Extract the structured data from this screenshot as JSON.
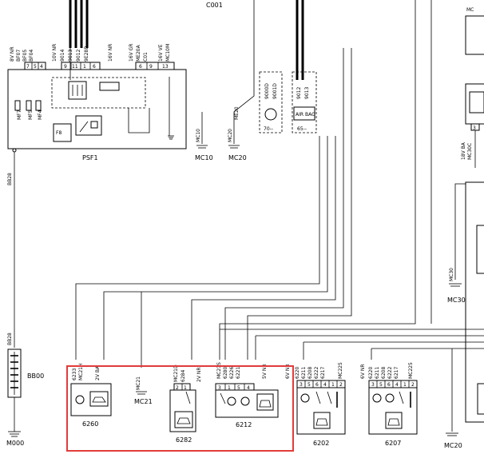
{
  "title": "",
  "top_label": "C001",
  "psf1": {
    "name": "PSF1",
    "pins_left": [
      "7",
      "5",
      "4"
    ],
    "pins_left_labels": [
      "8V NR",
      "BF07",
      "BF05",
      "BF04"
    ],
    "pins_center": [
      "9",
      "11",
      "1",
      "6"
    ],
    "pins_center_labels": [
      "10V NR",
      "9014",
      "9013",
      "9012",
      "9E28B",
      "16V NR"
    ],
    "pins_right": [
      "6",
      "9",
      "13"
    ],
    "pins_right_labels": [
      "16V GR",
      "ME20A",
      "C01",
      "16V VE",
      "MC10M"
    ],
    "fuse_labels": [
      "MF7",
      "MF5",
      "MF4"
    ],
    "relay_label": "F8"
  },
  "grounds": {
    "mc10": "MC10",
    "mc20_a": "MC20",
    "mc20_b": "MC20",
    "mc21": "MC21",
    "mc30": "MC30",
    "m000": "M000"
  },
  "wire_labels": {
    "mc10_wire": "MC10",
    "me20_wire": "ME20",
    "mc20_wire": "MC20",
    "bb28_top": "BB28",
    "bb28_mid": "BB28",
    "mc30_wire": "MC30"
  },
  "connector_70": {
    "name": "70--",
    "labels": [
      "9000D",
      "9001D"
    ]
  },
  "connector_65": {
    "name": "65--",
    "labels": [
      "9012",
      "9013"
    ],
    "badge": "AIR BAG"
  },
  "bb00": {
    "name": "BB00"
  },
  "right_top": {
    "label": "MC",
    "pins": [
      "3"
    ],
    "labels": [
      "18V BA",
      "MC30C"
    ]
  },
  "m6260": {
    "name": "6260",
    "labels": [
      "6233",
      "MC21H",
      "2V BA"
    ]
  },
  "m6282": {
    "name": "6282",
    "labels": [
      "MC21D",
      "6284",
      "2V NR"
    ],
    "pins": [
      "2",
      "1"
    ]
  },
  "m6212": {
    "name": "6212",
    "labels": [
      "MC21S",
      "6280",
      "6226",
      "6221",
      "5V NR"
    ],
    "pins": [
      "3",
      "1",
      "5",
      "4"
    ]
  },
  "m6202": {
    "name": "6202",
    "labels": [
      "6V NR",
      "6220",
      "6211",
      "6208",
      "6222",
      "6217",
      "MC225"
    ],
    "pins": [
      "3",
      "5",
      "6",
      "4",
      "1",
      "2"
    ]
  },
  "m6207": {
    "name": "6207",
    "labels": [
      "6V NR",
      "6220",
      "6211",
      "6208",
      "6222",
      "6217",
      "MC225"
    ],
    "pins": [
      "3",
      "5",
      "6",
      "4",
      "1",
      "2"
    ]
  },
  "highlight": {
    "color": "#e23b3b"
  }
}
